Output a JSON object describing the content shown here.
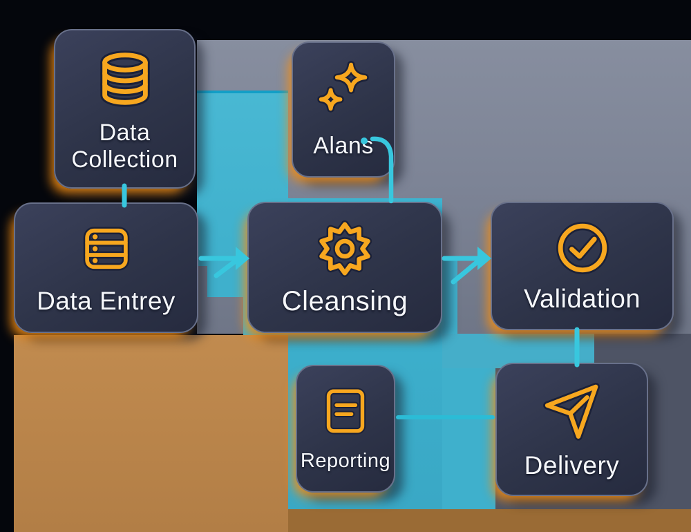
{
  "diagram": {
    "title": "data pipeline flow diagram",
    "nodes": {
      "data_collection": {
        "label": "Data Collection",
        "icon": "database-icon"
      },
      "alans": {
        "label": "Alans",
        "icon": "sparkles-icon"
      },
      "data_entrey": {
        "label": "Data Entrey",
        "icon": "server-icon"
      },
      "cleansing": {
        "label": "Cleansing",
        "icon": "gear-icon"
      },
      "validation": {
        "label": "Validation",
        "icon": "check-circle-icon"
      },
      "reporting": {
        "label": "Reporting",
        "icon": "document-icon"
      },
      "delivery": {
        "label": "Delivery",
        "icon": "paper-plane-icon"
      }
    },
    "connections": [
      {
        "from": "data_collection",
        "to": "data_entrey",
        "style": "line"
      },
      {
        "from": "data_entrey",
        "to": "cleansing",
        "style": "arrow"
      },
      {
        "from": "alans",
        "to": "cleansing",
        "style": "curve"
      },
      {
        "from": "cleansing",
        "to": "validation",
        "style": "arrow"
      },
      {
        "from": "validation",
        "to": "delivery",
        "style": "line"
      },
      {
        "from": "reporting",
        "to": "delivery",
        "style": "line"
      }
    ],
    "colors": {
      "icon_orange": "#f7a71f",
      "glow_orange": "#f78f12",
      "connector_teal": "#38c7de",
      "background_gray": "#7d8496",
      "background_teal": "#3eb0cd",
      "background_brown": "#b2813f",
      "background_slate": "#4e5465",
      "card_navy": "#2e3449",
      "text_white": "#f5f7fb"
    }
  }
}
